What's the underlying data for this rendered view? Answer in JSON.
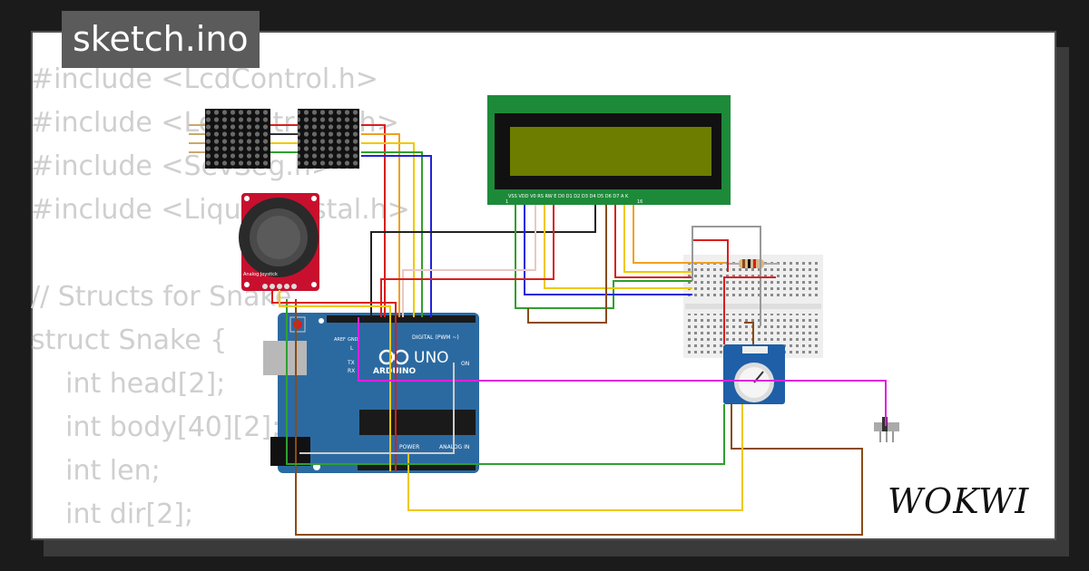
{
  "title": "sketch.ino",
  "code_lines": [
    "#include <LcdControl.h>",
    "#include <LedMatrixxx.h>",
    "#include <SevSeg.h>",
    "#include <LiquidCrystal.h>",
    "",
    "// Structs for Snake",
    "struct Snake {",
    "    int head[2];",
    "    int body[40][2];",
    "    int len;",
    "    int dir[2];"
  ],
  "board": {
    "brand": "ARDUINO",
    "model": "UNO",
    "digital_label": "DIGITAL (PWM ~)",
    "power_label": "POWER",
    "analog_label": "ANALOG IN",
    "on_label": "ON",
    "tx_label": "TX",
    "rx_label": "RX",
    "l_label": "L",
    "aref_label": "AREF",
    "gnd_label": "GND"
  },
  "lcd": {
    "pin_labels": "VSS VDD V0 RS RW E D0 D1 D2 D3 D4 D5 D6 D7 A K",
    "pin_first": "1",
    "pin_last": "16"
  },
  "joystick": {
    "label": "Analog Joystick"
  },
  "logo_text": "WOKWI",
  "colors": {
    "background": "#1b1b1b",
    "card": "#ffffff",
    "tab": "#5b5b5b",
    "code_text": "#cfcfcf",
    "arduino": "#2b6aa1",
    "lcd_bezel": "#1d8a3a",
    "lcd_screen": "#6d7d00",
    "joystick_pcb": "#c8102e",
    "pot_pcb": "#1e5fa8"
  }
}
